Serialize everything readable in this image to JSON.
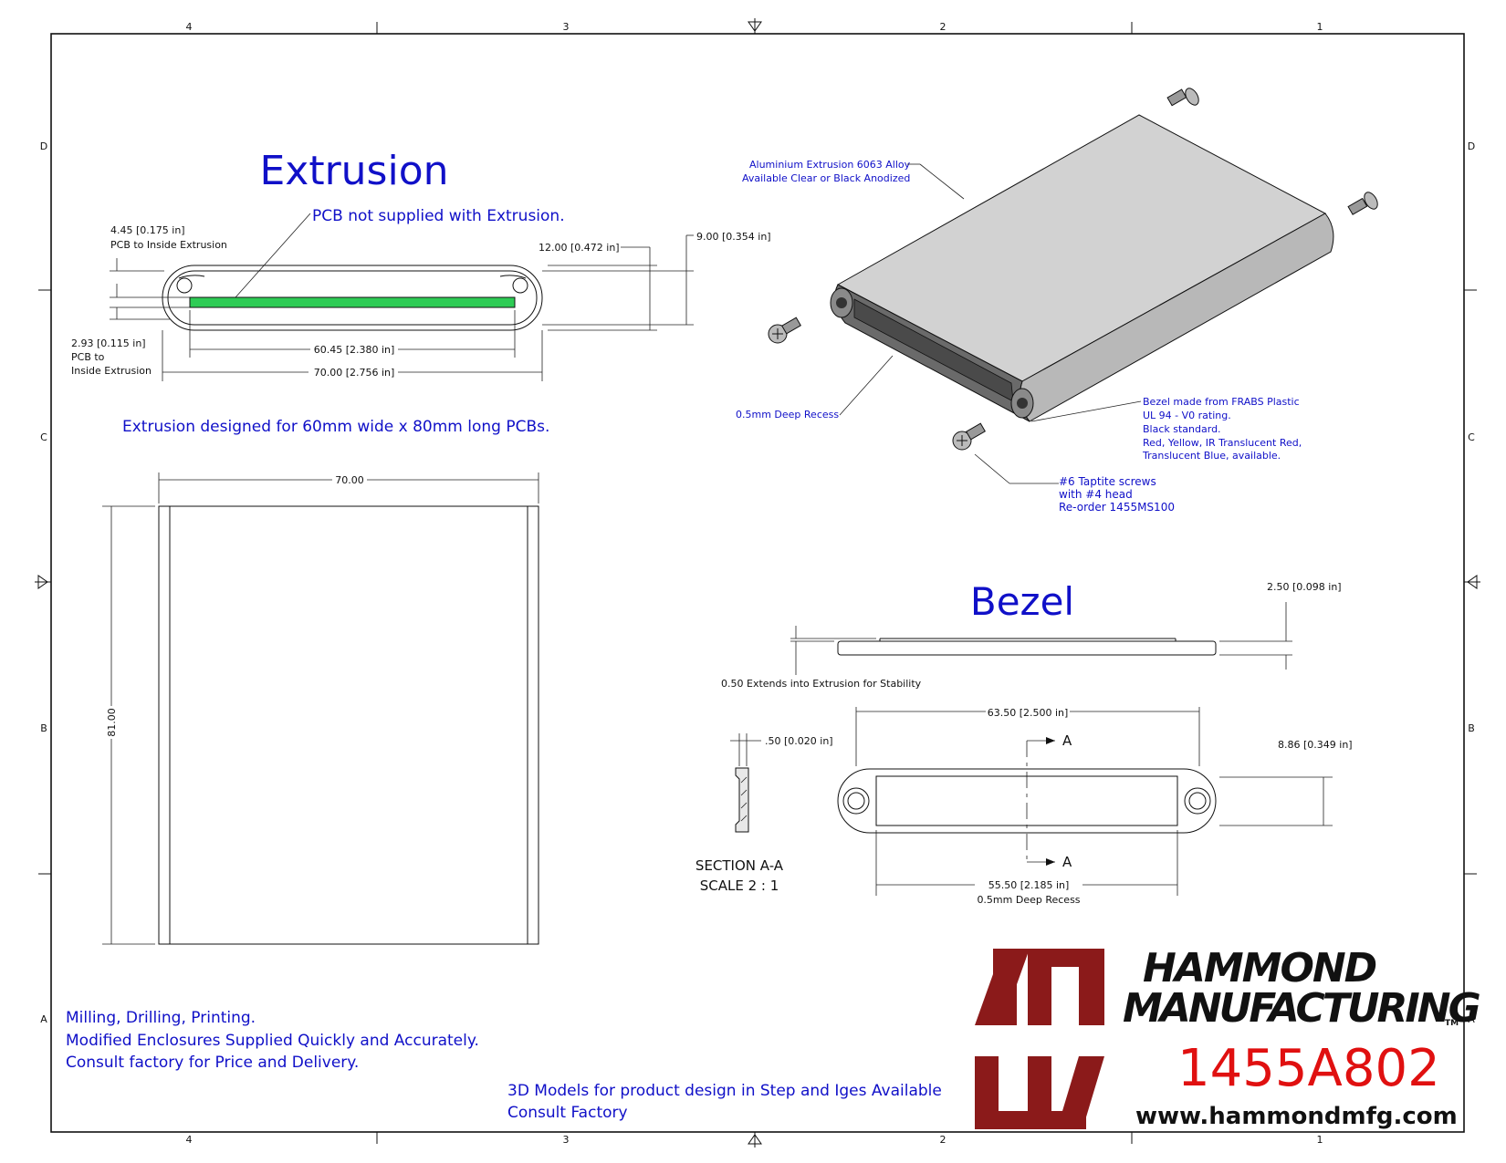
{
  "border": {
    "top_zones": [
      "4",
      "3",
      "2",
      "1"
    ],
    "bottom_zones": [
      "4",
      "3",
      "2",
      "1"
    ],
    "left_zones": [
      "D",
      "C",
      "B",
      "A"
    ],
    "right_zones": [
      "D",
      "C",
      "B",
      "A"
    ]
  },
  "extrusion": {
    "title": "Extrusion",
    "pcb_note": "PCB not supplied with Extrusion.",
    "dim_pcb_top_1": "4.45 [0.175 in]",
    "dim_pcb_top_2": "PCB to Inside Extrusion",
    "dim_inner_height": "12.00 [0.472 in]",
    "dim_outer_height": "9.00 [0.354 in]",
    "dim_pcb_bottom_1": "2.93 [0.115 in]",
    "dim_pcb_bottom_2": "PCB to",
    "dim_pcb_bottom_3": "Inside Extrusion",
    "dim_pcb_width": "60.45 [2.380 in]",
    "dim_total_width": "70.00 [2.756 in]",
    "design_note": "Extrusion designed for 60mm wide x 80mm long  PCBs.",
    "top_view_width": "70.00",
    "top_view_length": "81.00",
    "pcb_color": "#2ecc55"
  },
  "iso_view": {
    "alloy_1": "Aluminium Extrusion 6063 Alloy",
    "alloy_2": "Available Clear or Black Anodized",
    "recess": "0.5mm Deep Recess",
    "bezel_1": "Bezel made from FRABS Plastic",
    "bezel_2": "UL 94 - V0 rating.",
    "bezel_3": "Black standard.",
    "bezel_4": "Red, Yellow, IR Translucent Red,",
    "bezel_5": "Translucent Blue, available.",
    "screw_1": "#6 Taptite screws",
    "screw_2": "with #4 head",
    "screw_3": "Re-order 1455MS100"
  },
  "bezel": {
    "title": "Bezel",
    "dim_thickness": "2.50 [0.098 in]",
    "dim_extend": "0.50 Extends into Extrusion for Stability",
    "dim_width": "63.50 [2.500 in]",
    "dim_lip": ".50 [0.020 in]",
    "dim_height": "8.86 [0.349 in]",
    "section_mark": "A",
    "section_title": "SECTION  A-A",
    "section_scale": "SCALE 2 : 1",
    "dim_recess_width": "55.50 [2.185 in]",
    "dim_recess_note": "0.5mm Deep Recess"
  },
  "notes": {
    "line_1": "Milling, Drilling, Printing.",
    "line_2": "Modified Enclosures Supplied Quickly and Accurately.",
    "line_3": "Consult factory for Price and Delivery.",
    "models_1": "3D Models for product design in Step and Iges Available",
    "models_2": "Consult Factory"
  },
  "title_block": {
    "company_1": "HAMMOND",
    "company_2": "MANUFACTURING",
    "tm": "TM",
    "part_number": "1455A802",
    "website": "www.hammondmfg.com",
    "logo_color": "#8b1a1a",
    "part_color": "#e01010"
  },
  "colors": {
    "annotation_blue": "#1010c8"
  }
}
